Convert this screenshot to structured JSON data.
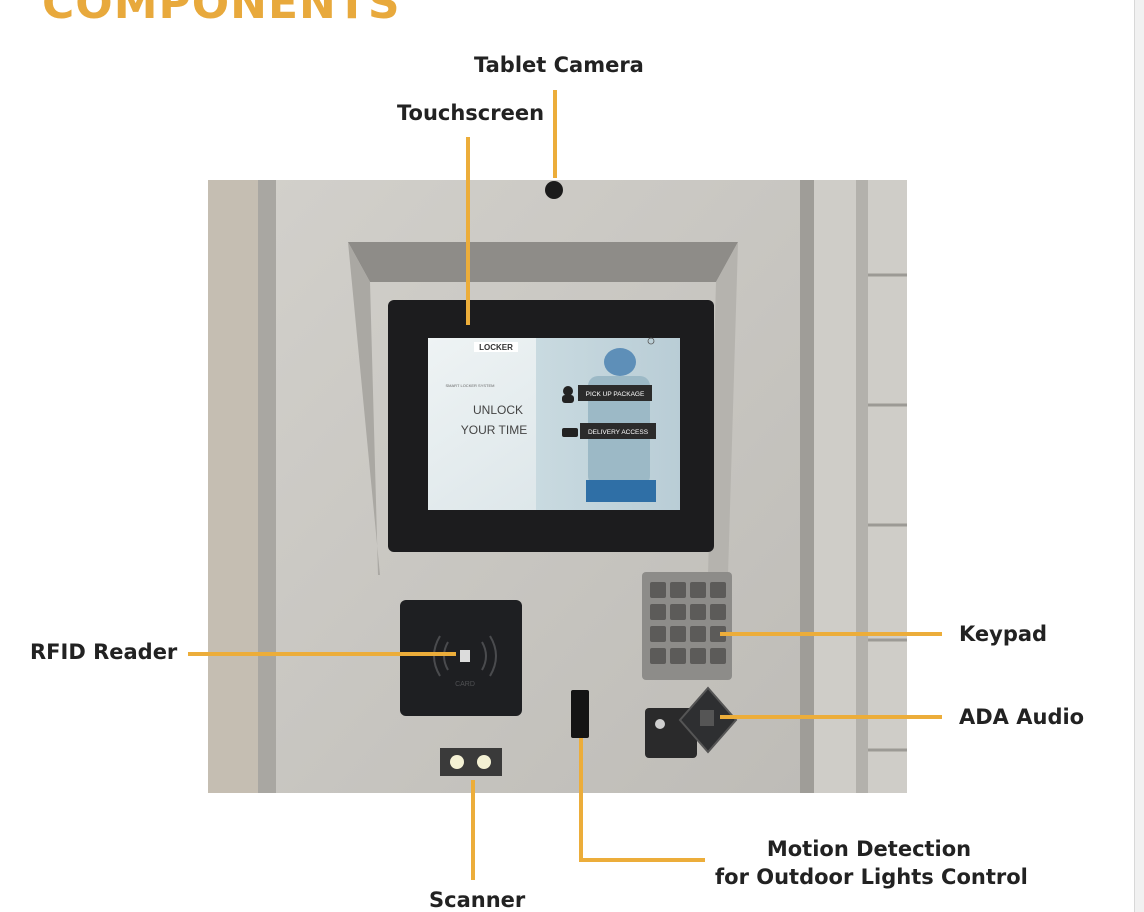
{
  "heading": "COMPONENTS",
  "labels": {
    "tablet_camera": "Tablet Camera",
    "touchscreen": "Touchscreen",
    "rfid_reader": "RFID Reader",
    "keypad": "Keypad",
    "ada_audio": "ADA Audio",
    "motion_line1": "Motion Detection",
    "motion_line2": "for Outdoor Lights Control",
    "scanner": "Scanner"
  },
  "screen": {
    "logo": "LOCKER",
    "tagline_small": "SMART LOCKER SYSTEM",
    "tagline_line1": "UNLOCK",
    "tagline_line2": "YOUR TIME",
    "pickup_button": "PICK UP PACKAGE",
    "delivery_button": "DELIVERY ACCESS"
  },
  "rfid_card_text": "CARD",
  "colors": {
    "accent": "#ecad3a",
    "heading": "#e8a93c",
    "text": "#222222"
  }
}
